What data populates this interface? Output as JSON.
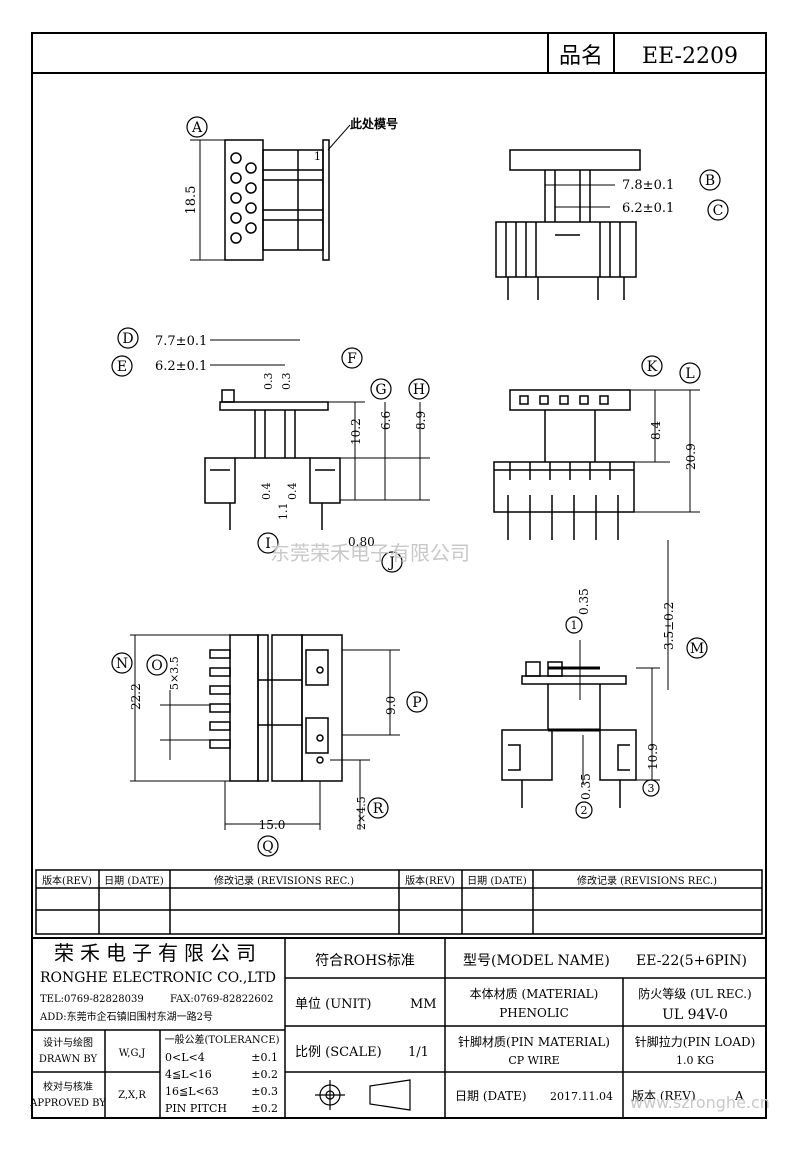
{
  "header": {
    "name_label": "品名",
    "model": "EE-2209"
  },
  "top_view": {
    "mark_text": "此处模号",
    "dim_a": "18.5",
    "pin_mark": "1"
  },
  "callouts": {
    "A": "A",
    "B": "B",
    "C": "C",
    "D": "D",
    "E": "E",
    "F": "F",
    "G": "G",
    "H": "H",
    "I": "I",
    "J": "J",
    "K": "K",
    "L": "L",
    "M": "M",
    "N": "N",
    "O": "O",
    "P": "P",
    "Q": "Q",
    "R": "R"
  },
  "dims": {
    "b": "7.8±0.1",
    "c": "6.2±0.1",
    "d": "7.7±0.1",
    "e": "6.2±0.1",
    "f_03a": "0.3",
    "f_03b": "0.3",
    "g": "10.2",
    "h1": "6.6",
    "h2": "8.9",
    "i_04a": "0.4",
    "i_1": "1.1",
    "i_04b": "0.4",
    "j": "0.80",
    "k": "8.4",
    "l": "20.9",
    "m": "3.5±0.2",
    "n": "22.2",
    "o": "5×3.5",
    "p": "9.0",
    "q": "15.0",
    "r": "2×4.5",
    "s1": "0.35",
    "s2": "0.35",
    "s3": "10.9"
  },
  "circled_nums": {
    "one": "1",
    "two": "2",
    "three": "3"
  },
  "watermark": "东莞荣禾电子有限公司",
  "revisions": {
    "headers": [
      "版本(REV)",
      "日期 (DATE)",
      "修改记录 (REVISIONS REC.)",
      "版本(REV)",
      "日期 (DATE)",
      "修改记录 (REVISIONS REC.)"
    ]
  },
  "company": {
    "name_cn": "荣禾电子有限公司",
    "name_en": "RONGHE ELECTRONIC CO.,LTD",
    "tel": "TEL:0769-82828039",
    "fax": "FAX:0769-82822602",
    "add": "ADD:东莞市企石镇旧围村东湖一路2号"
  },
  "design": {
    "label_cn": "设计与绘图",
    "label_en": "DRAWN BY",
    "value": "W,G,J"
  },
  "approve": {
    "label_cn": "校对与核准",
    "label_en": "APPROVED BY",
    "value": "Z,X,R"
  },
  "tolerance": {
    "title": "一般公差(TOLERANCE)",
    "rows": [
      {
        "range": "0<L<4",
        "tol": "±0.1"
      },
      {
        "range": "4≦L<16",
        "tol": "±0.2"
      },
      {
        "range": "16≦L<63",
        "tol": "±0.3"
      },
      {
        "range": "PIN PITCH",
        "tol": "±0.2"
      }
    ]
  },
  "rohs": "符合ROHS标准",
  "unit": {
    "label": "单位 (UNIT)",
    "value": "MM"
  },
  "scale": {
    "label": "比例 (SCALE)",
    "value": "1/1"
  },
  "model_name": {
    "label": "型号(MODEL NAME)",
    "value": "EE-22(5+6PIN)"
  },
  "material": {
    "label": "本体材质 (MATERIAL)",
    "value": "PHENOLIC"
  },
  "fire": {
    "label": "防火等级 (UL REC.)",
    "value": "UL 94V-0"
  },
  "pin_material": {
    "label": "针脚材质(PIN MATERIAL)",
    "value": "CP WIRE"
  },
  "pin_load": {
    "label": "针脚拉力(PIN LOAD)",
    "value": "1.0 KG"
  },
  "date": {
    "label": "日期 (DATE)",
    "value": "2017.11.04"
  },
  "version": {
    "label": "版本 (REV)",
    "value": "A"
  },
  "website": "www.szronghe.cn"
}
